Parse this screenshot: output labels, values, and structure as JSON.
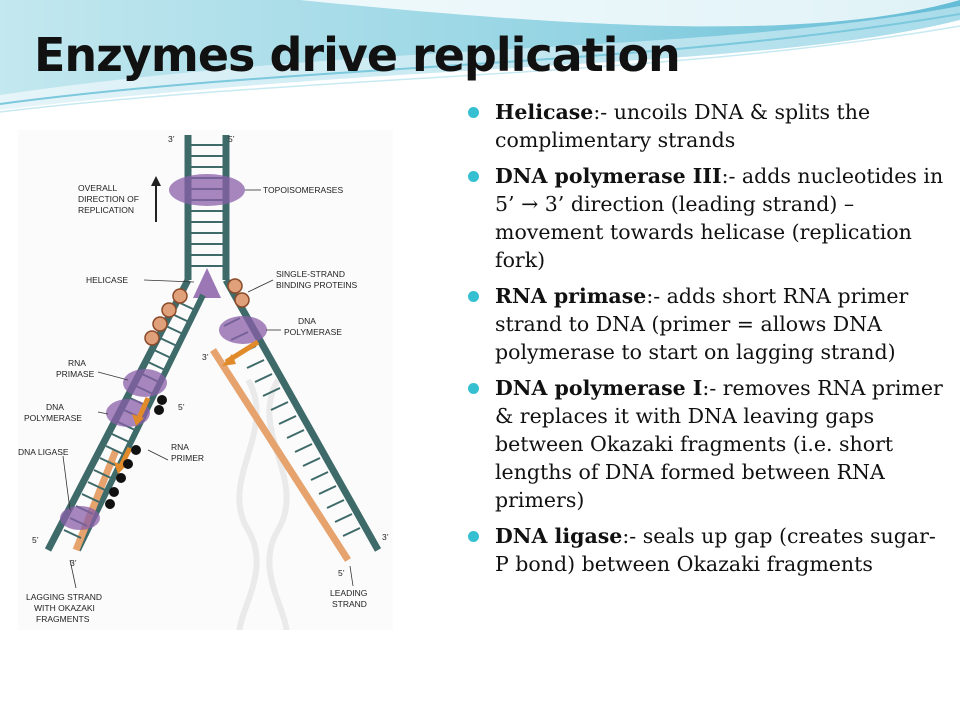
{
  "slide": {
    "title": "Enzymes drive replication",
    "accent_color": "#35bfd1"
  },
  "diagram": {
    "labels": {
      "top_left_3": "3’",
      "top_right_5": "5’",
      "overall_direction": [
        "OVERALL",
        "DIRECTION OF",
        "REPLICATION"
      ],
      "topoisomerases": "TOPOISOMERASES",
      "helicase": "HELICASE",
      "ssb": [
        "SINGLE-STRAND",
        "BINDING PROTEINS"
      ],
      "dna_polymerase_right": [
        "DNA",
        "POLYMERASE"
      ],
      "right_3_mid": "3’",
      "rna_primase": [
        "RNA",
        "PRIMASE"
      ],
      "dna_polymerase_left": [
        "DNA",
        "POLYMERASE"
      ],
      "left_5_mid": "5’",
      "rna_primer": [
        "RNA",
        "PRIMER"
      ],
      "dna_ligase": "DNA LIGASE",
      "bottom_left_5": "5’",
      "bottom_left_3": "3’",
      "bottom_right_3": "3’",
      "bottom_right_5": "5’",
      "lagging_strand": [
        "LAGGING STRAND",
        "WITH OKAZAKI",
        "FRAGMENTS"
      ],
      "leading_strand": [
        "LEADING",
        "STRAND"
      ]
    }
  },
  "bullets": [
    {
      "term": "Helicase",
      "text": ":- uncoils DNA & splits the complimentary strands"
    },
    {
      "term": "DNA polymerase III",
      "text": ":- adds nucleotides in 5’ → 3’ direction (leading strand) – movement towards helicase (replication fork)"
    },
    {
      "term": "RNA primase",
      "text": ":-  adds short RNA primer strand to DNA (primer = allows DNA polymerase to start on lagging strand)"
    },
    {
      "term": "DNA polymerase I",
      "text": ":-  removes RNA primer & replaces it with DNA leaving gaps between Okazaki fragments (i.e. short lengths of DNA formed between RNA primers)"
    },
    {
      "term": "DNA ligase",
      "text": ":-  seals up gap (creates sugar-P bond) between Okazaki fragments"
    }
  ]
}
